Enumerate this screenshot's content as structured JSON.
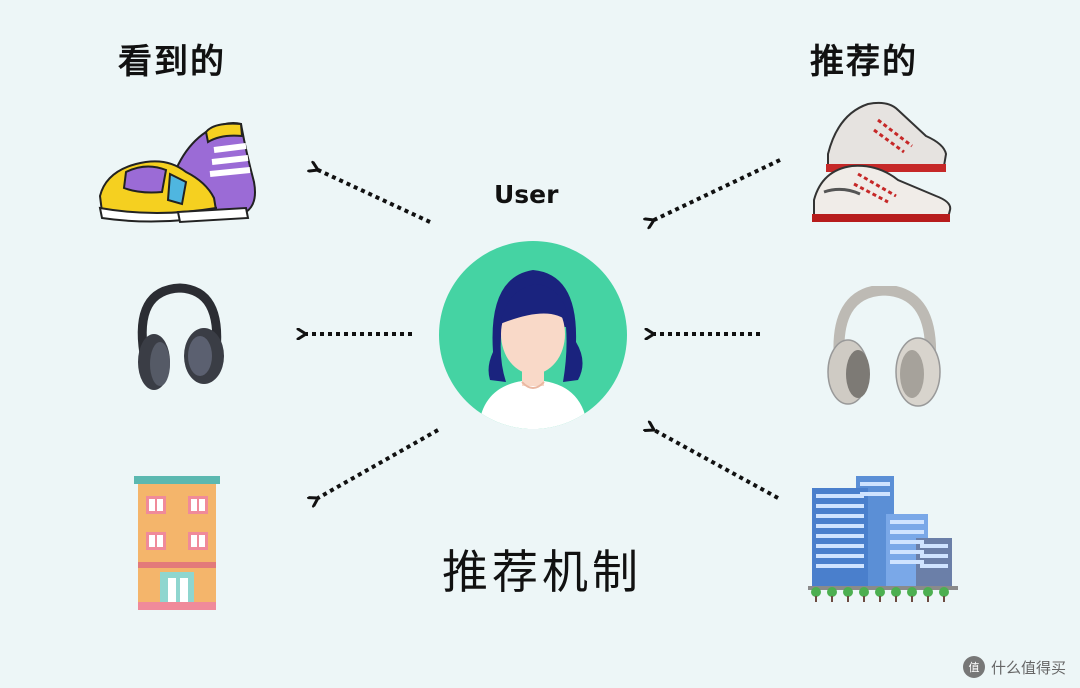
{
  "headings": {
    "seen": "看到的",
    "recommended": "推荐的"
  },
  "user": {
    "label": "User"
  },
  "title": "推荐机制",
  "watermark": {
    "badge": "值",
    "text": "什么值得买"
  },
  "items": {
    "seen": [
      "sneaker-icon",
      "headphones-icon",
      "building-icon"
    ],
    "recommended": [
      "sneaker-icon",
      "headphones-icon",
      "city-buildings-icon"
    ]
  },
  "colors": {
    "background": "#edf6f7",
    "avatar_circle": "#45d3a3",
    "hair": "#1a237e",
    "skin": "#f9d9c8",
    "arrow": "#111111"
  }
}
